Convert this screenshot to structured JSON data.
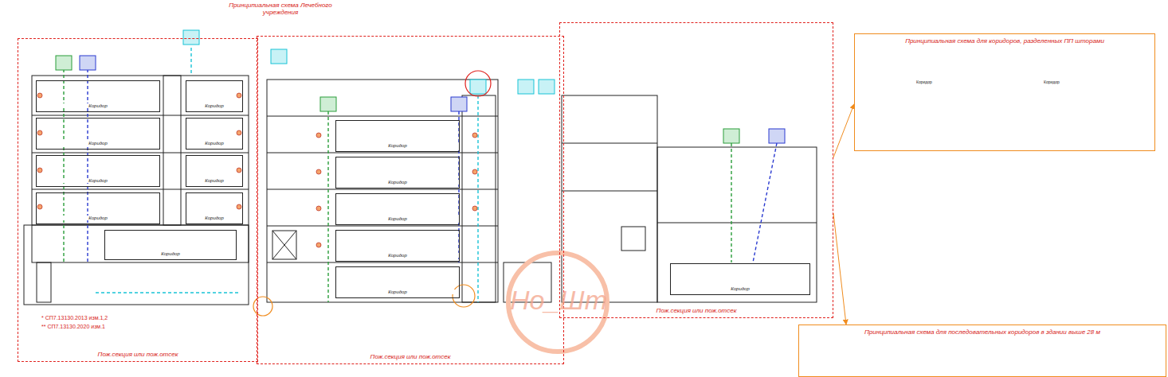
{
  "diagram": {
    "title": "Принципиальная схема Лечебного учреждения",
    "nodes": [
      {
        "text": [
          "Пож.секция или пож.отсек"
        ]
      },
      {
        "text": [
          "Коридор"
        ],
        "in": 0
      },
      {
        "text": [
          "Коридор"
        ],
        "in": 0
      },
      {
        "text": [
          "Коридор"
        ],
        "in": 0
      },
      {
        "text": [
          "Коридор"
        ],
        "in": 0
      },
      {
        "text": [
          "Коридор"
        ],
        "in": 0
      },
      {
        "text": [
          "Коридор"
        ],
        "in": 0
      },
      {
        "text": [
          "Коридор"
        ],
        "in": 0
      },
      {
        "text": [
          "Коридор"
        ],
        "in": 0
      },
      {
        "text": [
          "Коридор"
        ],
        "in": 0
      },
      {
        "text": [
          "Пож.секция или пож.отсек"
        ]
      },
      {
        "text": [
          "Коридор"
        ],
        "in": 10
      },
      {
        "text": [
          "Коридор"
        ],
        "in": 10
      },
      {
        "text": [
          "Коридор"
        ],
        "in": 10
      },
      {
        "text": [
          "Коридор"
        ],
        "in": 10
      },
      {
        "text": [
          "Коридор"
        ],
        "in": 10
      },
      {
        "text": [
          "Пож.секция или пож.отсек"
        ]
      },
      {
        "text": [
          "Коридор"
        ],
        "in": 16
      },
      {
        "text": [
          "Принципиальная схема для коридоров, разделенных ПП шторами"
        ]
      },
      {
        "text": [
          "Принципиальная схема для последовательных коридоров в здании выше 28 м"
        ]
      }
    ],
    "edges": [
      {
        "from": 16,
        "to": 18,
        "arrow": "to"
      },
      {
        "from": 16,
        "to": 19,
        "arrow": "to"
      }
    ],
    "labels": [
      "* СП7.13130.2013 изм.1,2",
      "** СП7.13130.2020 изм.1",
      "Ho_Шm",
      "Коридор",
      "Коридор"
    ]
  }
}
